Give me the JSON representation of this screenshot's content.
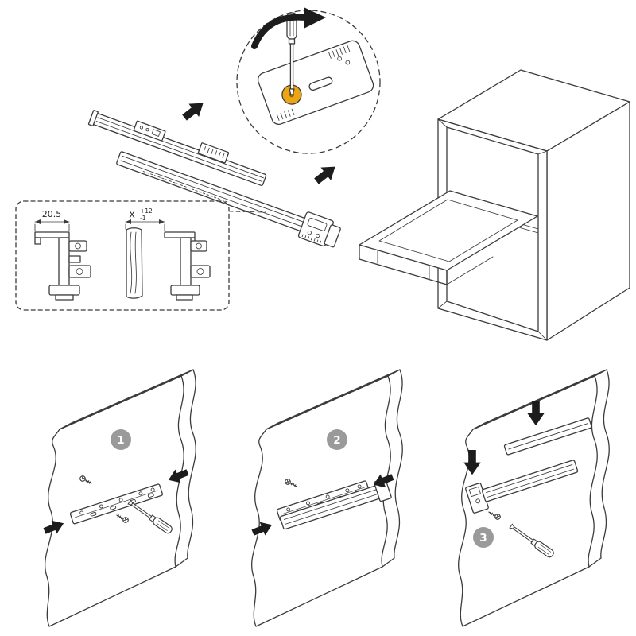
{
  "diagram": {
    "background": "#ffffff",
    "line_color": "#3b3b3b",
    "arrow_color": "#1c1c1c"
  },
  "callout": {
    "cam_color": "#ECA613",
    "cam_center_color": "#8a6510"
  },
  "dimensions": {
    "bracket_depth": "20.5",
    "cut_width_label": "X",
    "tolerance_plus": "+12",
    "tolerance_minus": "-1"
  },
  "steps": [
    {
      "label": "1"
    },
    {
      "label": "2"
    },
    {
      "label": "3"
    }
  ],
  "badge": {
    "fill": "#9a9a9a",
    "text_color": "#ffffff"
  },
  "icons": [
    "screwdriver-icon",
    "rotation-arrow-icon",
    "direction-arrow-icon",
    "screw-icon",
    "detail-circle"
  ]
}
